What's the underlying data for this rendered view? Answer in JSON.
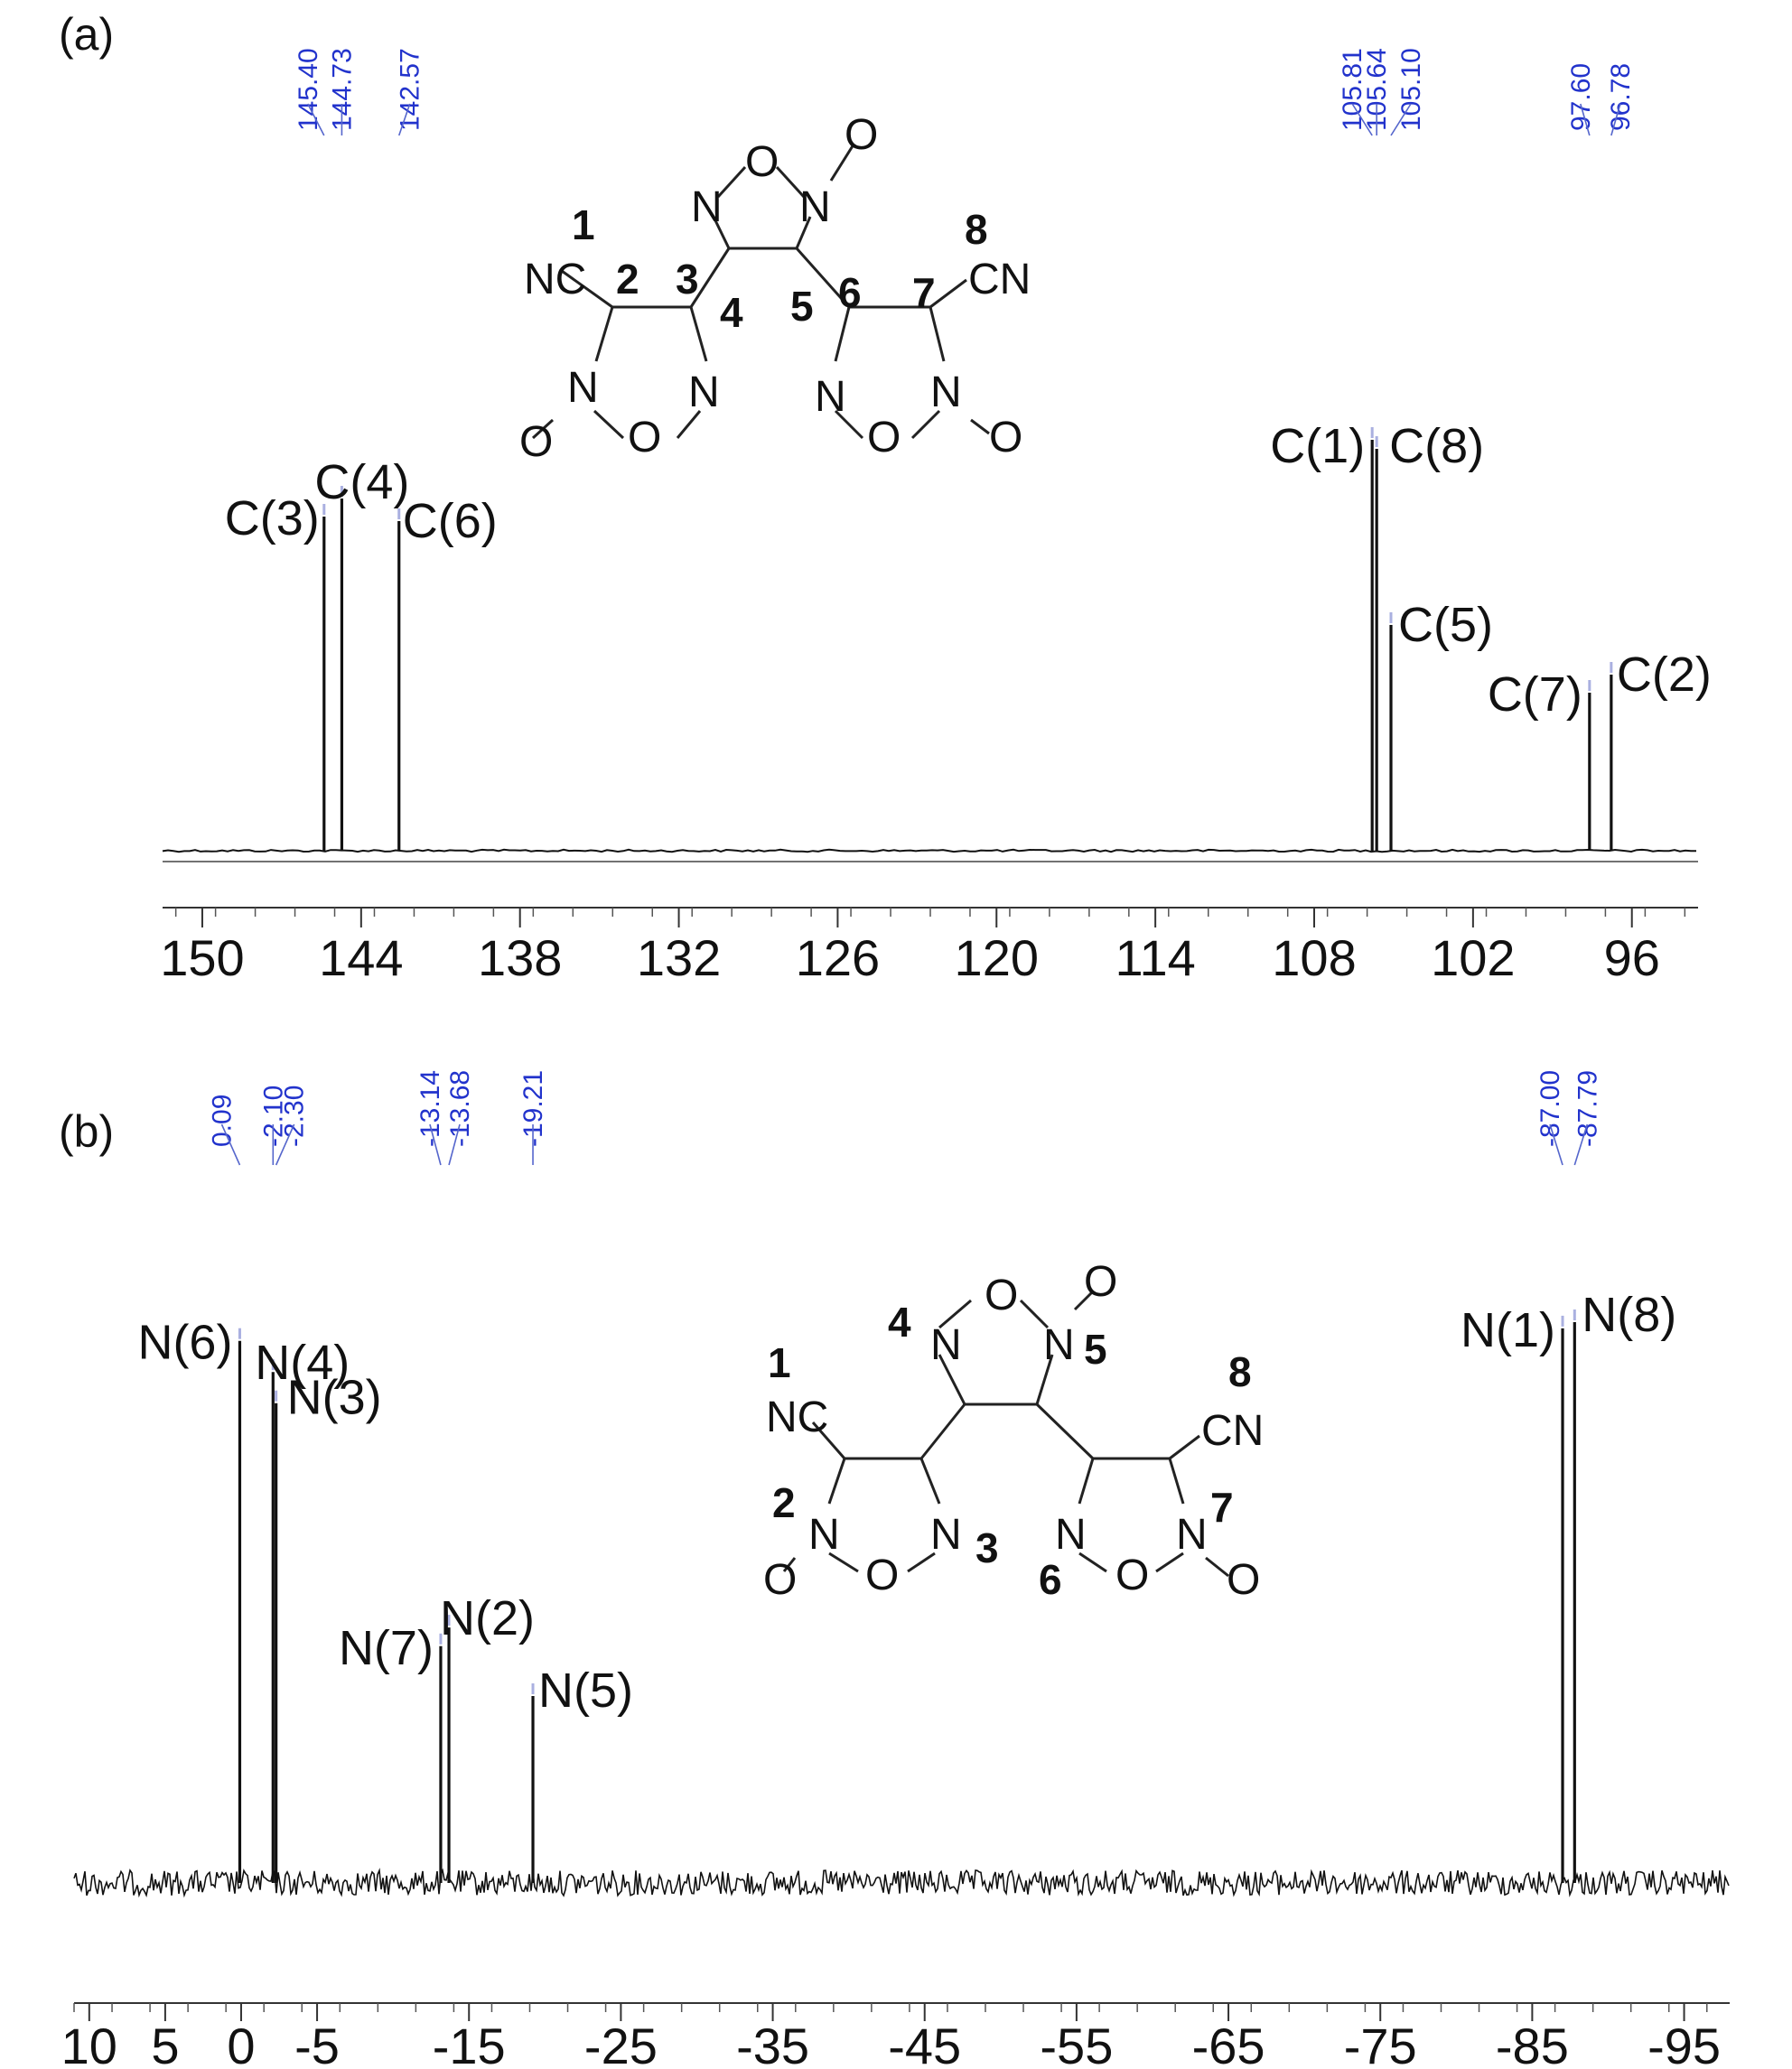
{
  "chart_data": [
    {
      "type": "line",
      "panel": "(a)",
      "xlim": [
        151.5,
        93.5
      ],
      "ticks": [
        150,
        144,
        138,
        132,
        126,
        120,
        114,
        108,
        102,
        96
      ],
      "tick_labels": [
        "150",
        "144",
        "138",
        "132",
        "126",
        "120",
        "114",
        "108",
        "102",
        "96"
      ],
      "peaks": [
        {
          "shift": 145.4,
          "label": "C(3)",
          "height": 0.74
        },
        {
          "shift": 144.73,
          "label": "C(4)",
          "height": 0.78
        },
        {
          "shift": 142.57,
          "label": "C(6)",
          "height": 0.73
        },
        {
          "shift": 105.81,
          "label": "C(1)",
          "height": 0.91
        },
        {
          "shift": 105.64,
          "label": "C(8)",
          "height": 0.89
        },
        {
          "shift": 105.1,
          "label": "C(5)",
          "height": 0.5
        },
        {
          "shift": 97.6,
          "label": "C(7)",
          "height": 0.35
        },
        {
          "shift": 96.78,
          "label": "C(2)",
          "height": 0.39
        }
      ],
      "shift_labels": [
        "145.40",
        "144.73",
        "142.57",
        "105.81",
        "105.64",
        "105.10",
        "97.60",
        "96.78"
      ]
    },
    {
      "type": "line",
      "panel": "(b)",
      "xlim": [
        11,
        -98
      ],
      "ticks": [
        10,
        5,
        0,
        -5,
        -15,
        -25,
        -35,
        -45,
        -55,
        -65,
        -75,
        -85,
        -95
      ],
      "tick_labels": [
        "10",
        "5",
        "0",
        "-5",
        "-15",
        "-25",
        "-35",
        "-45",
        "-55",
        "-65",
        "-75",
        "-85",
        "-95"
      ],
      "peaks": [
        {
          "shift": 0.09,
          "label": "N(6)",
          "height": 0.87
        },
        {
          "shift": -2.1,
          "label": "N(4)",
          "height": 0.82
        },
        {
          "shift": -2.3,
          "label": "N(3)",
          "height": 0.77
        },
        {
          "shift": -13.14,
          "label": "N(7)",
          "height": 0.38
        },
        {
          "shift": -13.68,
          "label": "N(2)",
          "height": 0.41
        },
        {
          "shift": -19.21,
          "label": "N(5)",
          "height": 0.3
        },
        {
          "shift": -87.0,
          "label": "N(1)",
          "height": 0.89
        },
        {
          "shift": -87.79,
          "label": "N(8)",
          "height": 0.9
        }
      ],
      "shift_labels": [
        "0.09",
        "-2.10",
        "-2.30",
        "-13.14",
        "-13.68",
        "-19.21",
        "-87.00",
        "-87.79"
      ]
    }
  ],
  "structure_a": {
    "atoms": [
      "NC",
      "CN",
      "N",
      "O",
      "N",
      "O",
      "N",
      "O",
      "N",
      "O",
      "N",
      "O",
      "N",
      "O"
    ],
    "numbers": [
      "1",
      "2",
      "3",
      "4",
      "5",
      "6",
      "7",
      "8"
    ]
  },
  "structure_b": {
    "atoms": [
      "NC",
      "CN",
      "N",
      "O",
      "N",
      "O",
      "N",
      "O",
      "N",
      "O",
      "N",
      "O",
      "N",
      "O"
    ],
    "numbers": [
      "1",
      "2",
      "3",
      "4",
      "5",
      "6",
      "7",
      "8"
    ]
  },
  "colors": {
    "spectrum": "#111111",
    "shift_label": "#2233cc",
    "tick_mark": "#aab0e0"
  }
}
